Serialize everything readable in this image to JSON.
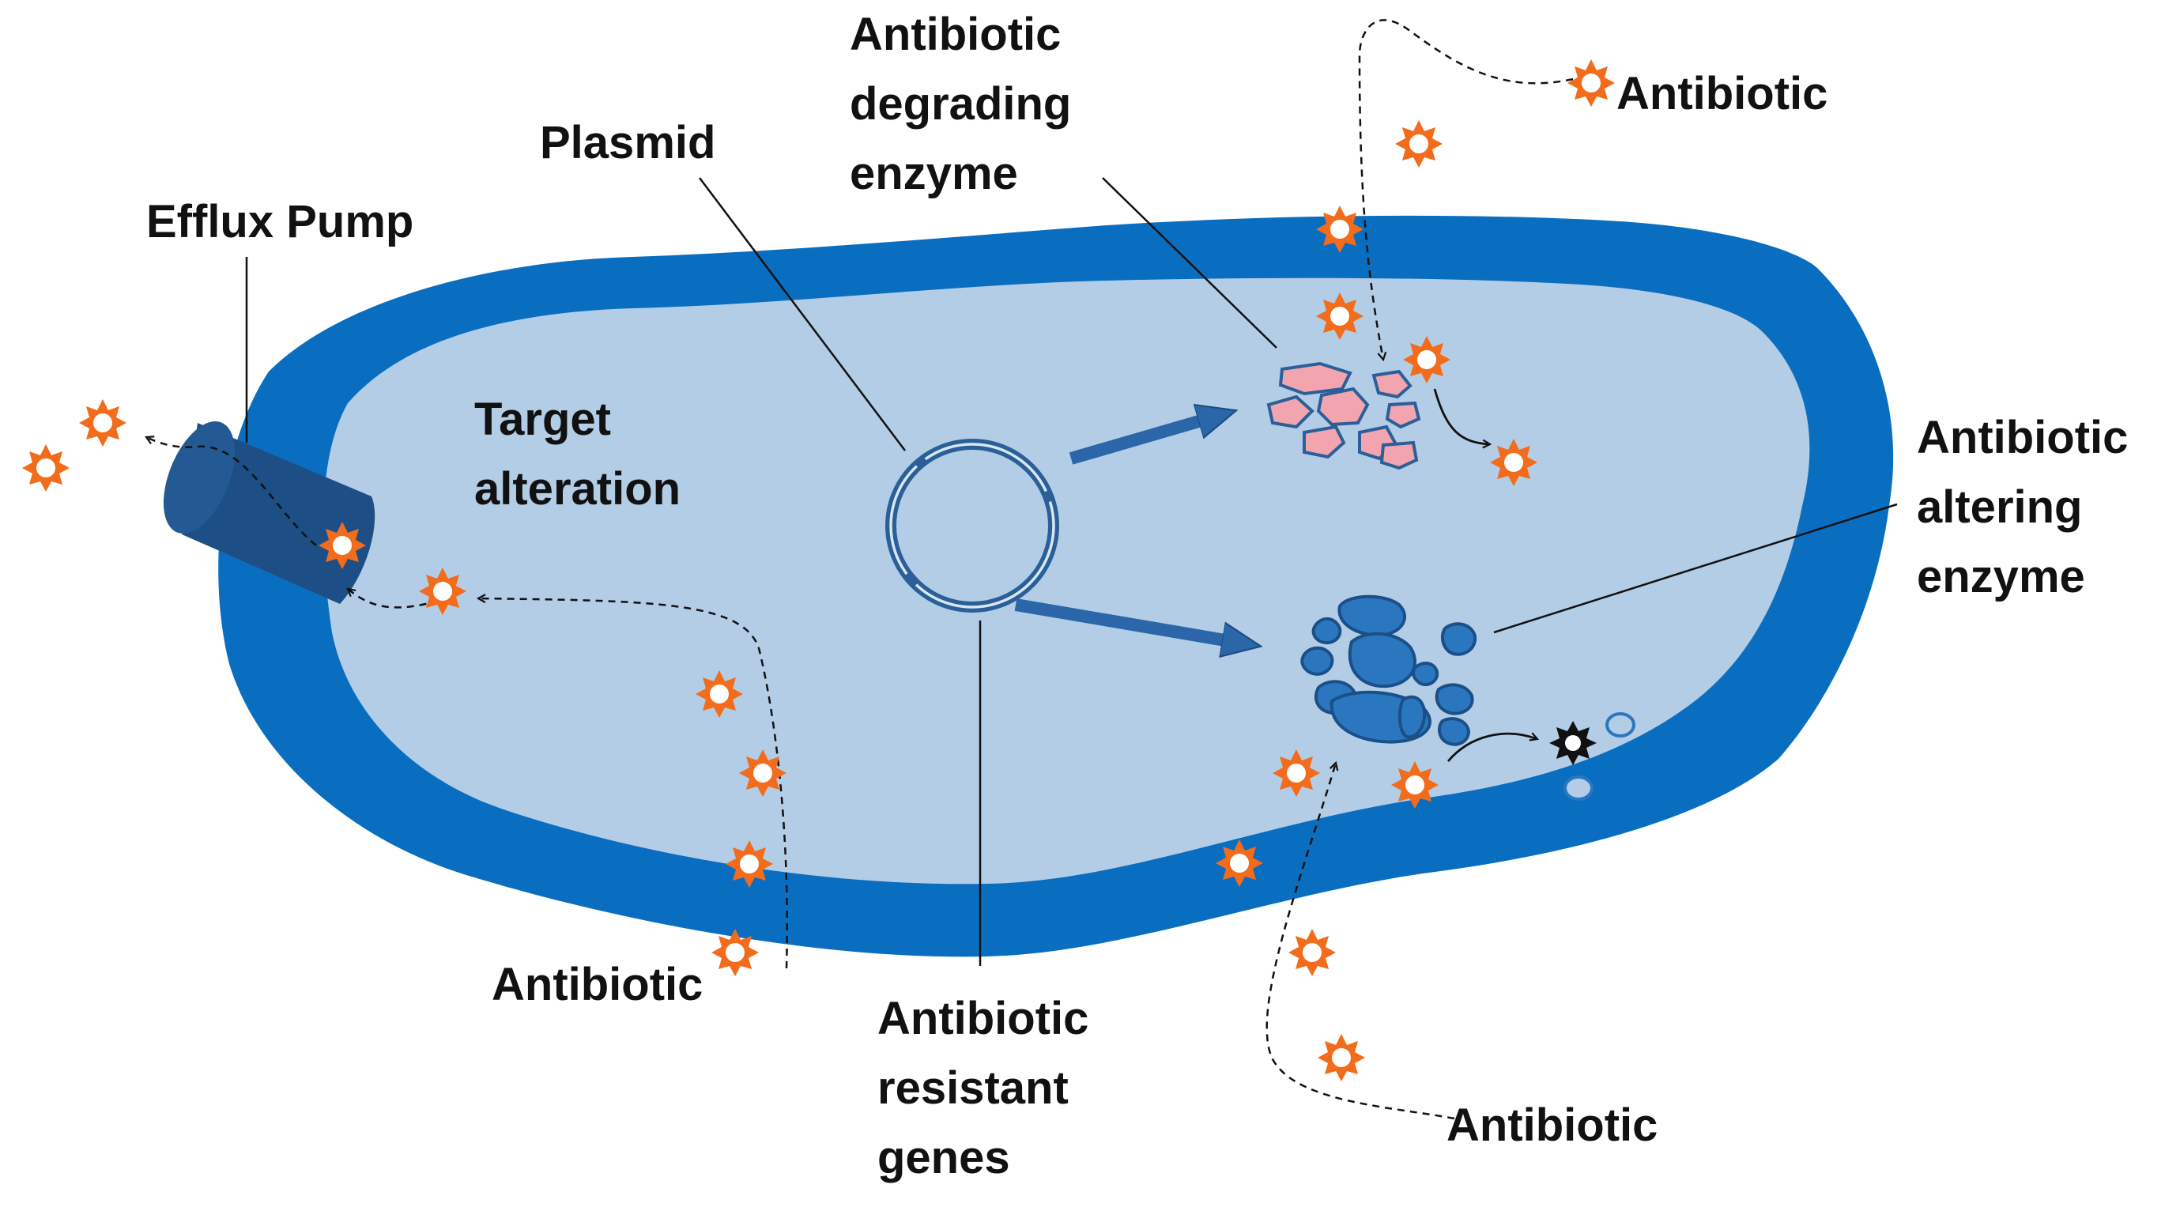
{
  "labels": {
    "efflux_pump": "Efflux Pump",
    "plasmid": "Plasmid",
    "degrading_enzyme": [
      "Antibiotic",
      "degrading",
      "enzyme"
    ],
    "antibiotic_top_right": "Antibiotic",
    "target_alteration": [
      "Target",
      "alteration"
    ],
    "altering_enzyme": [
      "Antibiotic",
      "altering",
      "enzyme"
    ],
    "antibiotic_bottom_left": "Antibiotic",
    "resistant_genes": [
      "Antibiotic",
      "resistant",
      "genes"
    ],
    "antibiotic_bottom_right": "Antibiotic"
  },
  "colors": {
    "cell_wall": "#0a6ec0",
    "cytoplasm": "#b3cde6",
    "efflux_pump": "#1d4f86",
    "plasmid_ring": "#2a5f97",
    "degrading_enzyme_fill": "#f2a5ae",
    "altering_enzyme_fill": "#2b77bf",
    "antibiotic_star": "#f26c1c",
    "antibiotic_center": "#ffffff",
    "altered_antibiotic": "#111111",
    "arrow": "#2a66a8",
    "text": "#111111"
  },
  "icons": [
    "antibiotic-star-icon",
    "plasmid-icon",
    "efflux-pump-icon",
    "enzyme-cluster-icon"
  ]
}
